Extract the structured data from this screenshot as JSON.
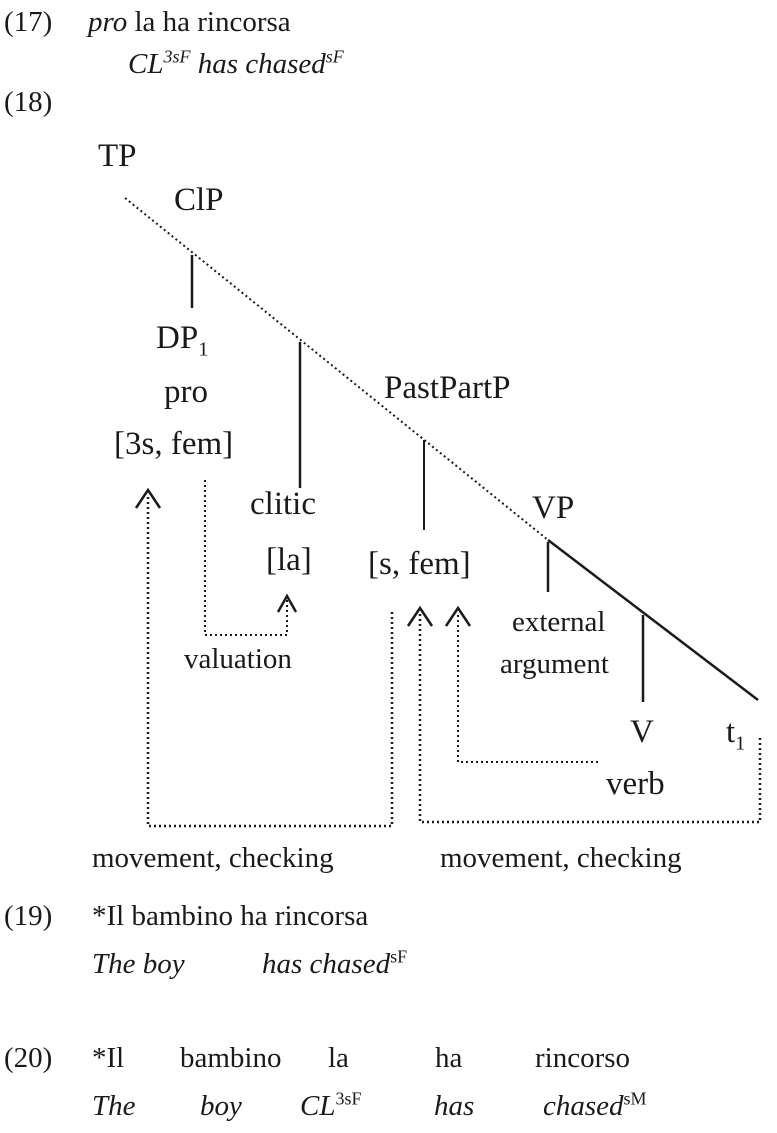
{
  "ex17": {
    "num": "(17)",
    "line1_pro": "pro",
    "line1_rest": " la ha rincorsa",
    "gloss_cl": "CL",
    "gloss_cl_sup": "3sF",
    "gloss_verb": " has chased",
    "gloss_verb_sup": "sF"
  },
  "ex18": {
    "num": "(18)",
    "nodes": {
      "tp": "TP",
      "clp": "ClP",
      "dp": "DP",
      "dp_sub": "1",
      "pro": "pro",
      "features_pro": "[3s, fem]",
      "clitic": "clitic",
      "clitic_la": "[la]",
      "pastpartp": "PastPartP",
      "features_pp": "[s, fem]",
      "vp": "VP",
      "external1": "external",
      "external2": "argument",
      "v": "V",
      "t": "t",
      "t_sub": "1",
      "verb": "verb"
    },
    "labels": {
      "valuation": "valuation",
      "movement_left": "movement, checking",
      "movement_right": "movement, checking"
    }
  },
  "ex19": {
    "num": "(19)",
    "line1": "*Il bambino ha rincorsa",
    "gloss_the_boy": "The boy",
    "gloss_verb": "has chased",
    "gloss_verb_sup": "sF"
  },
  "ex20": {
    "num": "(20)",
    "words": [
      "*Il",
      "bambino",
      "la",
      "ha",
      "rincorso"
    ],
    "gloss_the": "The",
    "gloss_boy": "boy",
    "gloss_cl": "CL",
    "gloss_cl_sup": "3sF",
    "gloss_has": "has",
    "gloss_chased": "chased",
    "gloss_chased_sup": "sM"
  }
}
